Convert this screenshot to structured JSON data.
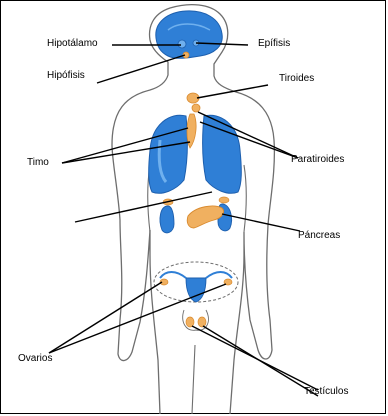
{
  "labels": {
    "hipotalamo": "Hipotálamo",
    "hipofisis": "Hipófisis",
    "epifisis": "Epífisis",
    "tiroides": "Tiroides",
    "timo": "Timo",
    "paratiroides": "Paratiroides",
    "pancreas": "Páncreas",
    "ovarios": "Ovarios",
    "testiculos": "Testículos"
  },
  "colors": {
    "body_outline": "#6e6e6e",
    "organ_blue": "#2f7fd6",
    "organ_blue_light": "#6fb0ee",
    "gland_orange": "#f0b060",
    "gland_orange_dark": "#d98a2e",
    "leader_line": "#000000"
  }
}
